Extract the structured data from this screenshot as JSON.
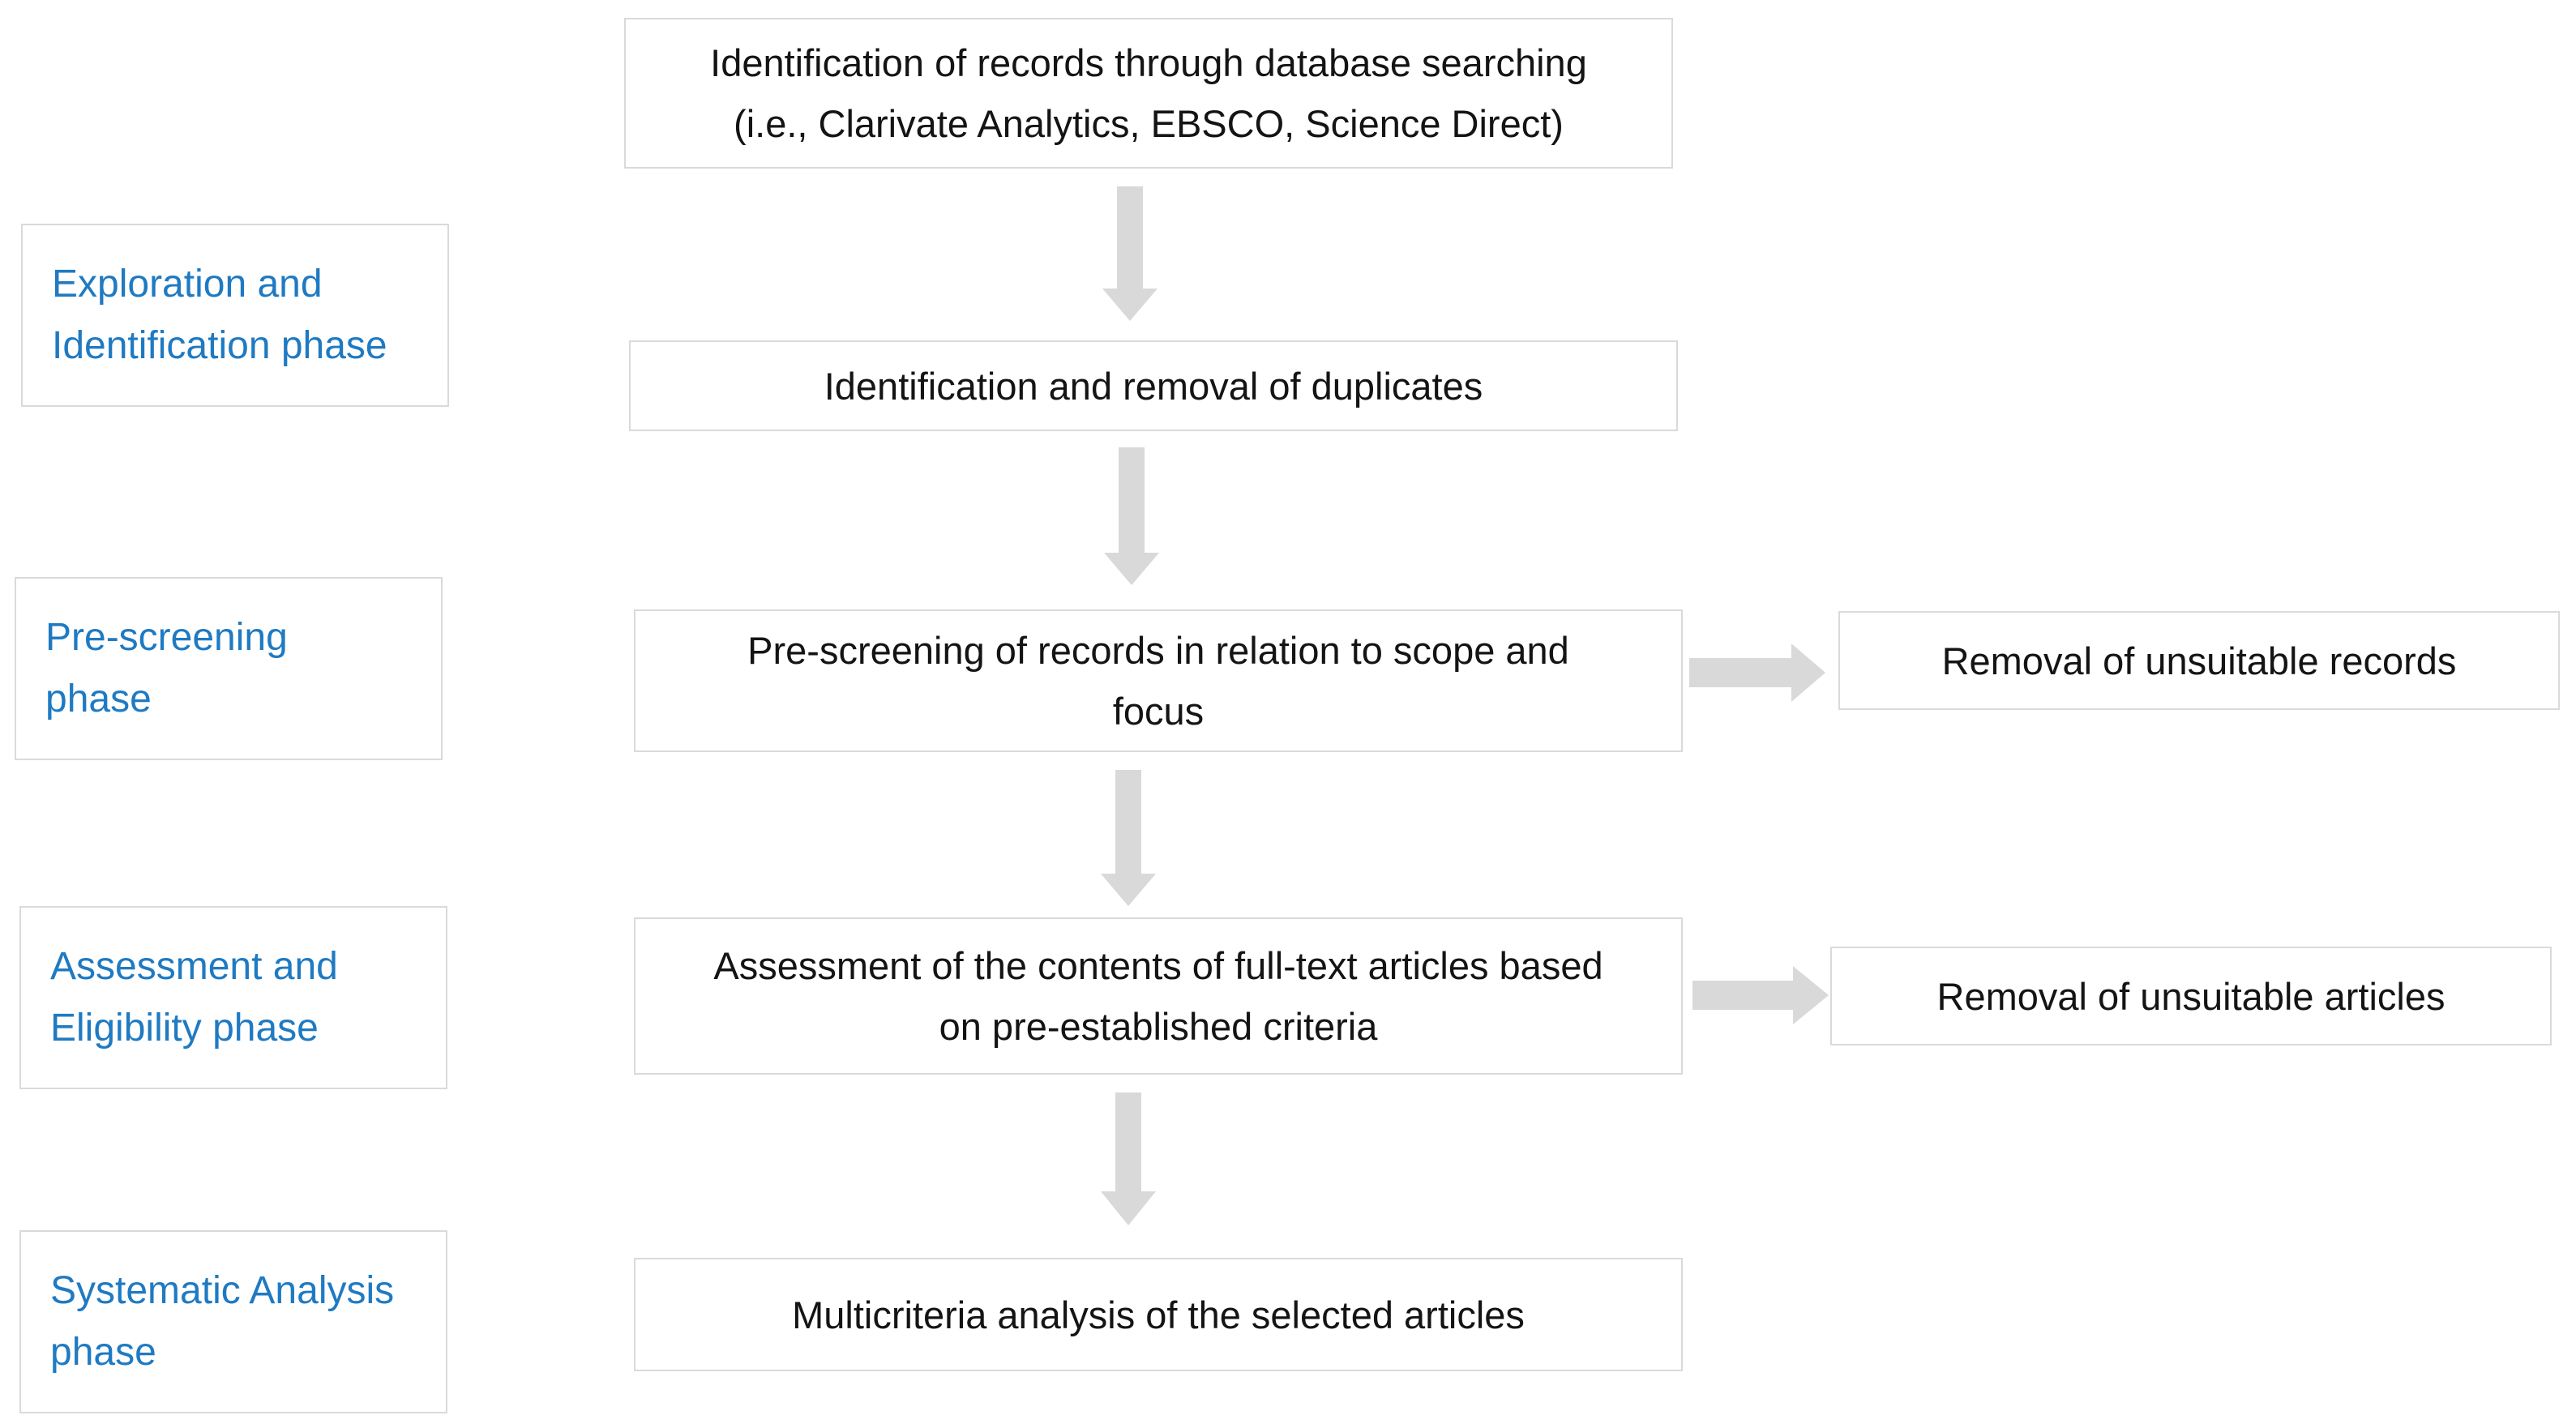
{
  "phases": [
    {
      "line1": "Exploration and",
      "line2": "Identification phase"
    },
    {
      "line1": "Pre-screening",
      "line2": "phase"
    },
    {
      "line1": "Assessment and",
      "line2": "Eligibility phase"
    },
    {
      "line1": "Systematic Analysis",
      "line2": "phase"
    }
  ],
  "steps": [
    {
      "line1": "Identification of records through database searching",
      "line2": "(i.e., Clarivate Analytics, EBSCO, Science Direct)"
    },
    {
      "line1": "Identification and removal of duplicates"
    },
    {
      "line1": "Pre-screening of records in relation to scope and",
      "line2": "focus"
    },
    {
      "line1": "Assessment of the contents of full-text articles based",
      "line2": "on pre-established criteria"
    },
    {
      "line1": "Multicriteria analysis of the selected articles"
    }
  ],
  "removals": [
    {
      "label": "Removal of unsuitable records"
    },
    {
      "label": "Removal of unsuitable articles"
    }
  ],
  "colors": {
    "phase_text": "#1f7ac2",
    "step_text": "#141414",
    "box_border": "#dadada",
    "arrow": "#d9d9d9"
  }
}
